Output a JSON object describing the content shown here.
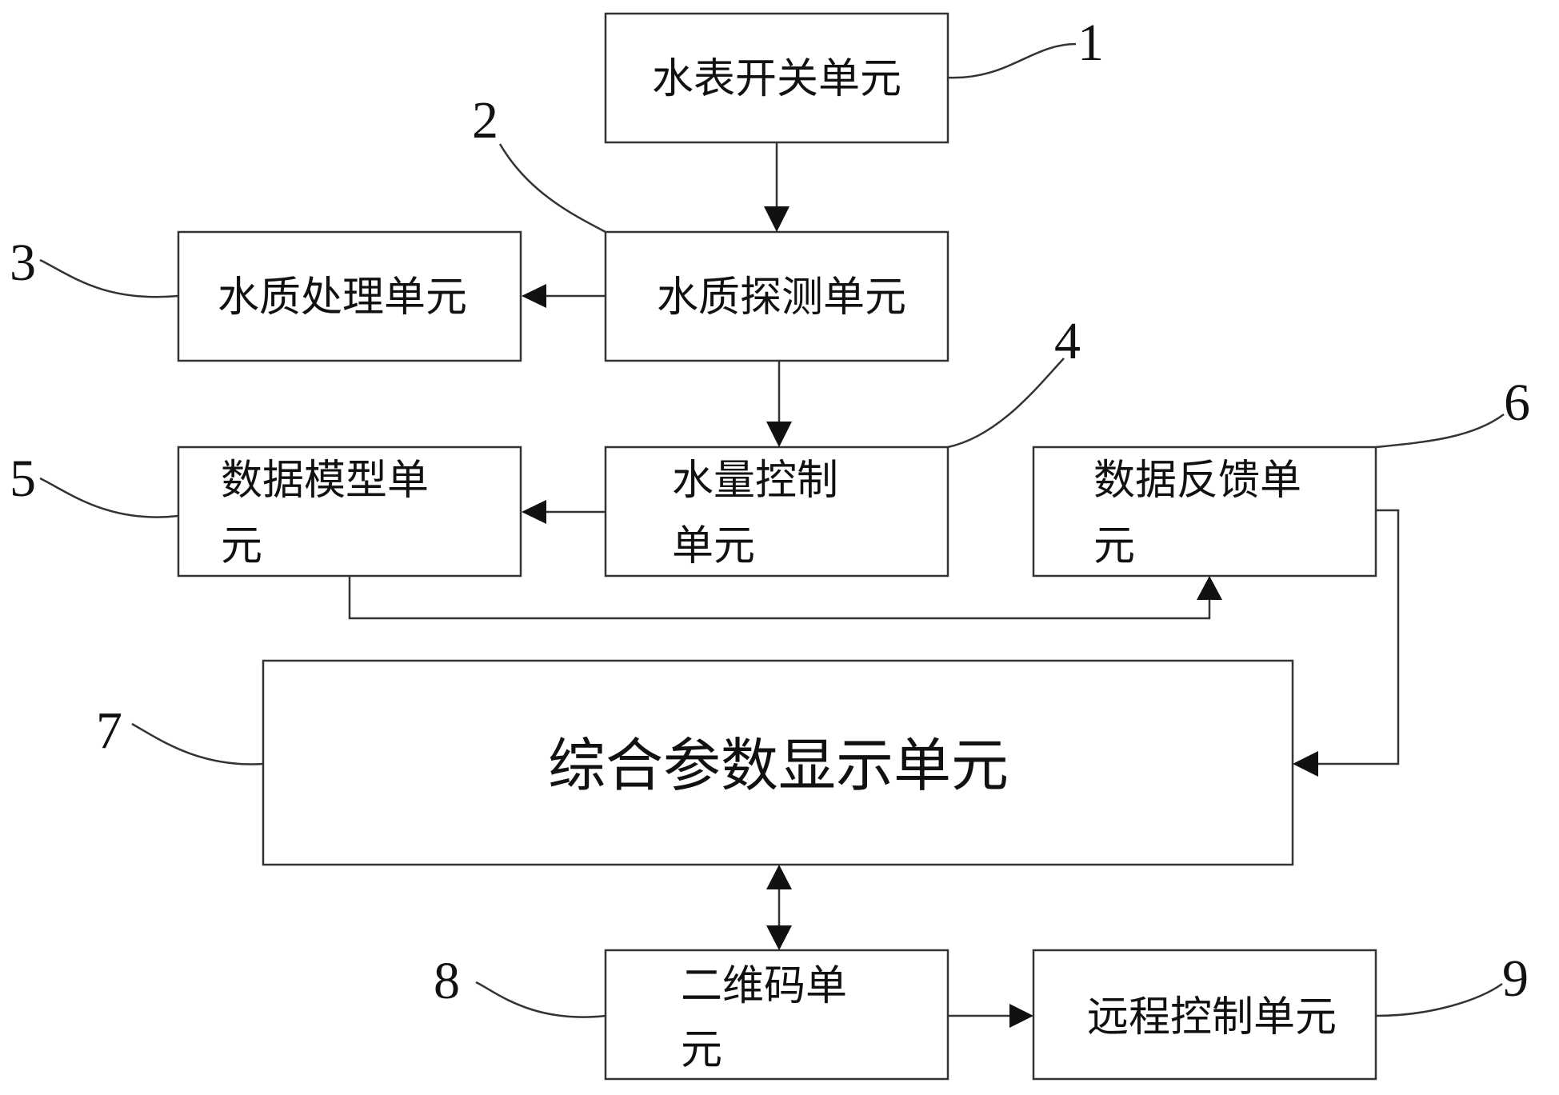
{
  "units": {
    "u1": {
      "number": "1",
      "label": "水表开关单元"
    },
    "u2": {
      "number": "2",
      "label": "水质探测单元"
    },
    "u3": {
      "number": "3",
      "label": "水质处理单元"
    },
    "u4": {
      "number": "4",
      "line1": "水量控制",
      "line2": "单元"
    },
    "u5": {
      "number": "5",
      "line1": "数据模型单",
      "line2": "元"
    },
    "u6": {
      "number": "6",
      "line1": "数据反馈单",
      "line2": "元"
    },
    "u7": {
      "number": "7",
      "label": "综合参数显示单元"
    },
    "u8": {
      "number": "8",
      "line1": "二维码单",
      "line2": "元"
    },
    "u9": {
      "number": "9",
      "label": "远程控制单元"
    }
  }
}
